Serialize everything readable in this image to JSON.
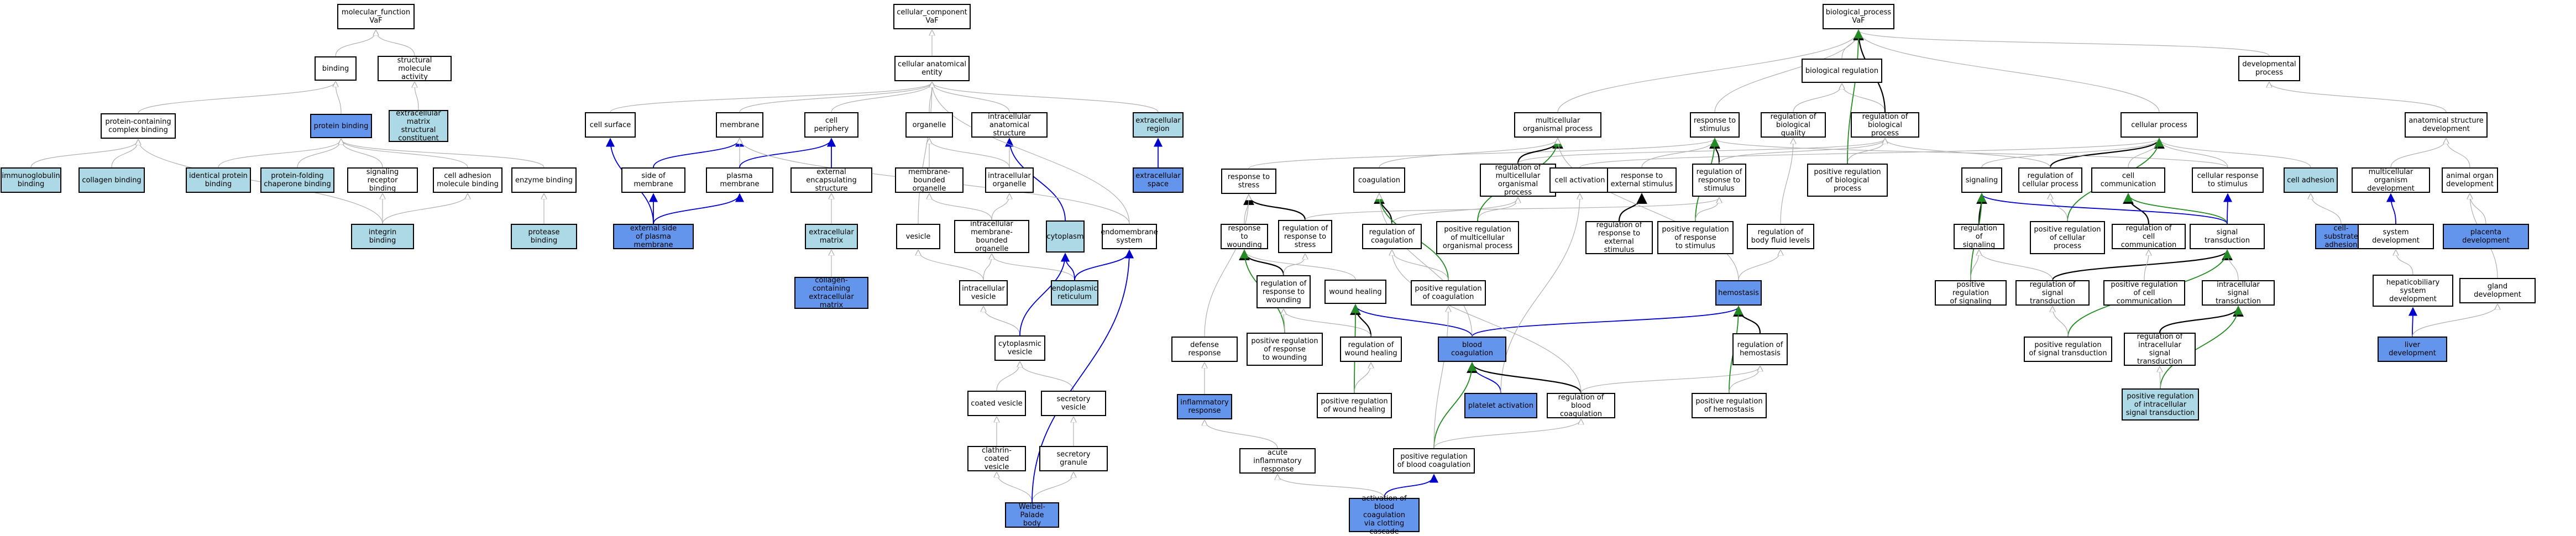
{
  "colors": {
    "light": "#add8e6",
    "dark": "#6495ed",
    "black_edge": "#000000",
    "green_edge": "#228b22",
    "blue_edge": "#0000cd",
    "gray_edge": "#b0b0b0"
  },
  "nodes": {
    "molecular_function": {
      "label": "molecular_function\nVaF",
      "style": "plain"
    },
    "binding": {
      "label": "binding",
      "style": "plain"
    },
    "structural_molecule_activity": {
      "label": "structural molecule\nactivity",
      "style": "plain"
    },
    "protein_containing_complex_binding": {
      "label": "protein-containing\ncomplex binding",
      "style": "plain"
    },
    "protein_binding": {
      "label": "protein binding",
      "style": "dark"
    },
    "extracellular_matrix_structural_constituent": {
      "label": "extracellular\nmatrix structural\nconstituent",
      "style": "light"
    },
    "immunoglobulin_binding": {
      "label": "immunoglobulin\nbinding",
      "style": "light"
    },
    "collagen_binding": {
      "label": "collagen binding",
      "style": "light"
    },
    "identical_protein_binding": {
      "label": "identical protein\nbinding",
      "style": "light"
    },
    "protein_folding_chaperone_binding": {
      "label": "protein-folding\nchaperone binding",
      "style": "light"
    },
    "signaling_receptor_binding": {
      "label": "signaling receptor\nbinding",
      "style": "plain"
    },
    "cell_adhesion_molecule_binding": {
      "label": "cell adhesion\nmolecule binding",
      "style": "plain"
    },
    "enzyme_binding": {
      "label": "enzyme binding",
      "style": "plain"
    },
    "integrin_binding": {
      "label": "integrin binding",
      "style": "light"
    },
    "protease_binding": {
      "label": "protease binding",
      "style": "light"
    },
    "cellular_component": {
      "label": "cellular_component\nVaF",
      "style": "plain"
    },
    "cellular_anatomical_entity": {
      "label": "cellular anatomical\nentity",
      "style": "plain"
    },
    "cell_surface": {
      "label": "cell surface",
      "style": "plain"
    },
    "membrane": {
      "label": "membrane",
      "style": "plain"
    },
    "cell_periphery": {
      "label": "cell periphery",
      "style": "plain"
    },
    "organelle": {
      "label": "organelle",
      "style": "plain"
    },
    "intracellular_anatomical_structure": {
      "label": "intracellular\nanatomical structure",
      "style": "plain"
    },
    "extracellular_region": {
      "label": "extracellular\nregion",
      "style": "light"
    },
    "side_of_membrane": {
      "label": "side of membrane",
      "style": "plain"
    },
    "plasma_membrane": {
      "label": "plasma membrane",
      "style": "plain"
    },
    "external_encapsulating_structure": {
      "label": "external encapsulating\nstructure",
      "style": "plain"
    },
    "membrane_bounded_organelle": {
      "label": "membrane-bounded\norganelle",
      "style": "plain"
    },
    "intracellular_organelle": {
      "label": "intracellular\norganelle",
      "style": "plain"
    },
    "extracellular_space": {
      "label": "extracellular\nspace",
      "style": "dark"
    },
    "external_side_of_plasma_membrane": {
      "label": "external side\nof plasma membrane",
      "style": "dark"
    },
    "extracellular_matrix": {
      "label": "extracellular\nmatrix",
      "style": "light"
    },
    "vesicle": {
      "label": "vesicle",
      "style": "plain"
    },
    "intracellular_membrane_bounded_organelle": {
      "label": "intracellular\nmembrane-bounded\norganelle",
      "style": "plain"
    },
    "cytoplasm": {
      "label": "cytoplasm",
      "style": "light"
    },
    "endomembrane_system": {
      "label": "endomembrane\nsystem",
      "style": "plain"
    },
    "collagen_containing_extracellular_matrix": {
      "label": "collagen-containing\nextracellular\nmatrix",
      "style": "dark"
    },
    "intracellular_vesicle": {
      "label": "intracellular\nvesicle",
      "style": "plain"
    },
    "endoplasmic_reticulum": {
      "label": "endoplasmic\nreticulum",
      "style": "light"
    },
    "cytoplasmic_vesicle": {
      "label": "cytoplasmic\nvesicle",
      "style": "plain"
    },
    "coated_vesicle": {
      "label": "coated vesicle",
      "style": "plain"
    },
    "secretory_vesicle": {
      "label": "secretory vesicle",
      "style": "plain"
    },
    "clathrin_coated_vesicle": {
      "label": "clathrin-coated\nvesicle",
      "style": "plain"
    },
    "secretory_granule": {
      "label": "secretory granule",
      "style": "plain"
    },
    "weibel_palade_body": {
      "label": "Weibel-Palade\nbody",
      "style": "dark"
    },
    "biological_process": {
      "label": "biological_process\nVaF",
      "style": "plain"
    },
    "biological_regulation": {
      "label": "biological regulation",
      "style": "plain"
    },
    "developmental_process": {
      "label": "developmental\nprocess",
      "style": "plain"
    },
    "multicellular_organismal_process": {
      "label": "multicellular\norganismal process",
      "style": "plain"
    },
    "response_to_stimulus": {
      "label": "response to\nstimulus",
      "style": "plain"
    },
    "regulation_of_biological_quality": {
      "label": "regulation of\nbiological quality",
      "style": "plain"
    },
    "regulation_of_biological_process": {
      "label": "regulation of\nbiological process",
      "style": "plain"
    },
    "cellular_process": {
      "label": "cellular process",
      "style": "plain"
    },
    "anatomical_structure_development": {
      "label": "anatomical structure\ndevelopment",
      "style": "plain"
    },
    "response_to_stress": {
      "label": "response to\nstress",
      "style": "plain"
    },
    "coagulation": {
      "label": "coagulation",
      "style": "plain"
    },
    "regulation_of_multicellular_organismal_process": {
      "label": "regulation of\nmulticellular\norganismal process",
      "style": "plain"
    },
    "cell_activation": {
      "label": "cell activation",
      "style": "plain"
    },
    "response_to_external_stimulus": {
      "label": "response to\nexternal stimulus",
      "style": "plain"
    },
    "regulation_of_response_to_stimulus": {
      "label": "regulation of\nresponse to\nstimulus",
      "style": "plain"
    },
    "positive_regulation_of_biological_process": {
      "label": "positive regulation\nof biological\nprocess",
      "style": "plain"
    },
    "signaling": {
      "label": "signaling",
      "style": "plain"
    },
    "regulation_of_cellular_process": {
      "label": "regulation of\ncellular process",
      "style": "plain"
    },
    "cell_communication": {
      "label": "cell communication",
      "style": "plain"
    },
    "cellular_response_to_stimulus": {
      "label": "cellular response\nto stimulus",
      "style": "plain"
    },
    "cell_adhesion": {
      "label": "cell adhesion",
      "style": "light"
    },
    "multicellular_organism_development": {
      "label": "multicellular\norganism development",
      "style": "plain"
    },
    "animal_organ_development": {
      "label": "animal organ\ndevelopment",
      "style": "plain"
    },
    "response_to_wounding": {
      "label": "response to\nwounding",
      "style": "plain"
    },
    "regulation_of_response_to_stress": {
      "label": "regulation of\nresponse to\nstress",
      "style": "plain"
    },
    "regulation_of_coagulation": {
      "label": "regulation of\ncoagulation",
      "style": "plain"
    },
    "positive_regulation_of_multicellular_organismal_process": {
      "label": "positive regulation\nof multicellular\norganismal process",
      "style": "plain"
    },
    "regulation_of_response_to_external_stimulus": {
      "label": "regulation of\nresponse to\nexternal stimulus",
      "style": "plain"
    },
    "positive_regulation_of_response_to_stimulus": {
      "label": "positive regulation\nof response\nto stimulus",
      "style": "plain"
    },
    "regulation_of_body_fluid_levels": {
      "label": "regulation of\nbody fluid levels",
      "style": "plain"
    },
    "regulation_of_signaling": {
      "label": "regulation of\nsignaling",
      "style": "plain"
    },
    "positive_regulation_of_cellular_process": {
      "label": "positive regulation\nof cellular\nprocess",
      "style": "plain"
    },
    "regulation_of_cell_communication": {
      "label": "regulation of\ncell communication",
      "style": "plain"
    },
    "signal_transduction": {
      "label": "signal transduction",
      "style": "plain"
    },
    "cell_substrate_adhesion": {
      "label": "cell-substrate\nadhesion",
      "style": "dark"
    },
    "system_development": {
      "label": "system development",
      "style": "plain"
    },
    "placenta_development": {
      "label": "placenta development",
      "style": "dark"
    },
    "regulation_of_response_to_wounding": {
      "label": "regulation of\nresponse to\nwounding",
      "style": "plain"
    },
    "wound_healing": {
      "label": "wound healing",
      "style": "plain"
    },
    "positive_regulation_of_coagulation": {
      "label": "positive regulation\nof coagulation",
      "style": "plain"
    },
    "hemostasis": {
      "label": "hemostasis",
      "style": "dark"
    },
    "positive_regulation_of_signaling": {
      "label": "positive regulation\nof signaling",
      "style": "plain"
    },
    "regulation_of_signal_transduction": {
      "label": "regulation of\nsignal transduction",
      "style": "plain"
    },
    "positive_regulation_of_cell_communication": {
      "label": "positive regulation\nof cell communication",
      "style": "plain"
    },
    "intracellular_signal_transduction": {
      "label": "intracellular\nsignal transduction",
      "style": "plain"
    },
    "hepaticobiliary_system_development": {
      "label": "hepaticobiliary\nsystem development",
      "style": "plain"
    },
    "gland_development": {
      "label": "gland development",
      "style": "plain"
    },
    "defense_response": {
      "label": "defense response",
      "style": "plain"
    },
    "positive_regulation_of_response_to_wounding": {
      "label": "positive regulation\nof response\nto wounding",
      "style": "plain"
    },
    "regulation_of_wound_healing": {
      "label": "regulation of\nwound healing",
      "style": "plain"
    },
    "blood_coagulation": {
      "label": "blood coagulation",
      "style": "dark"
    },
    "regulation_of_hemostasis": {
      "label": "regulation of\nhemostasis",
      "style": "plain"
    },
    "positive_regulation_of_signal_transduction": {
      "label": "positive regulation\nof signal transduction",
      "style": "plain"
    },
    "regulation_of_intracellular_signal_transduction": {
      "label": "regulation of\nintracellular\nsignal transduction",
      "style": "plain"
    },
    "liver_development": {
      "label": "liver development",
      "style": "dark"
    },
    "inflammatory_response": {
      "label": "inflammatory\nresponse",
      "style": "dark"
    },
    "positive_regulation_of_wound_healing": {
      "label": "positive regulation\nof wound healing",
      "style": "plain"
    },
    "platelet_activation": {
      "label": "platelet activation",
      "style": "dark"
    },
    "regulation_of_blood_coagulation": {
      "label": "regulation of\nblood coagulation",
      "style": "plain"
    },
    "positive_regulation_of_hemostasis": {
      "label": "positive regulation\nof hemostasis",
      "style": "plain"
    },
    "positive_regulation_of_intracellular_signal_transduction": {
      "label": "positive regulation\nof intracellular\nsignal transduction",
      "style": "light"
    },
    "acute_inflammatory_response": {
      "label": "acute inflammatory\nresponse",
      "style": "plain"
    },
    "positive_regulation_of_blood_coagulation": {
      "label": "positive regulation\nof blood coagulation",
      "style": "plain"
    },
    "activation_of_blood_coagulation_via_clotting_cascade": {
      "label": "activation of\nblood coagulation\nvia clotting\ncascade",
      "style": "dark"
    }
  }
}
